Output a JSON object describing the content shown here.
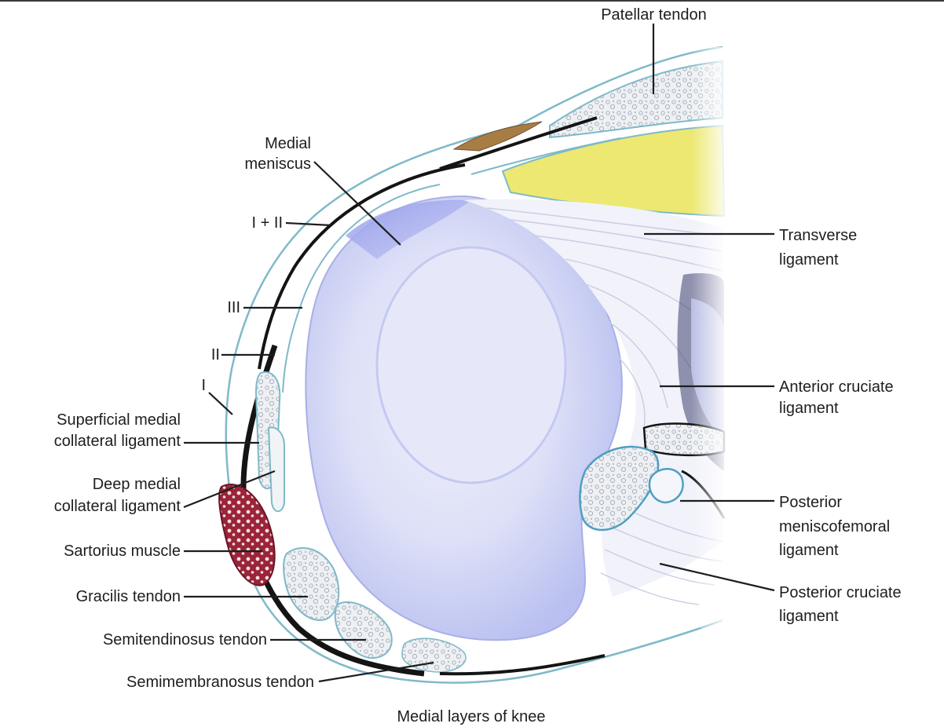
{
  "labels": {
    "patellar_tendon": "Patellar tendon",
    "medial_meniscus_1": "Medial",
    "medial_meniscus_2": "meniscus",
    "layer_i_ii": "I + II",
    "layer_iii": "III",
    "layer_ii": "II",
    "layer_i": "I",
    "superficial_mcl_1": "Superficial medial",
    "superficial_mcl_2": "collateral ligament",
    "deep_mcl_1": "Deep medial",
    "deep_mcl_2": "collateral ligament",
    "sartorius": "Sartorius muscle",
    "gracilis": "Gracilis tendon",
    "semitendinosus": "Semitendinosus tendon",
    "semimembranosus": "Semimembranosus tendon",
    "transverse_1": "Transverse",
    "transverse_2": "ligament",
    "acl_1": "Anterior cruciate",
    "acl_2": "ligament",
    "pmfl_1": "Posterior",
    "pmfl_2": "meniscofemoral",
    "pmfl_3": "ligament",
    "pcl_1": "Posterior cruciate",
    "pcl_2": "ligament"
  },
  "caption": "Medial layers of knee",
  "colors": {
    "meniscus_blue": "#c9cdf2",
    "tibial_plateau": "#dfe2f8",
    "fat_pad_yellow": "#ece872",
    "sartorius_red": "#9a2438",
    "fascia_outline": "#7fb9c8",
    "layer_dark": "#141414"
  }
}
